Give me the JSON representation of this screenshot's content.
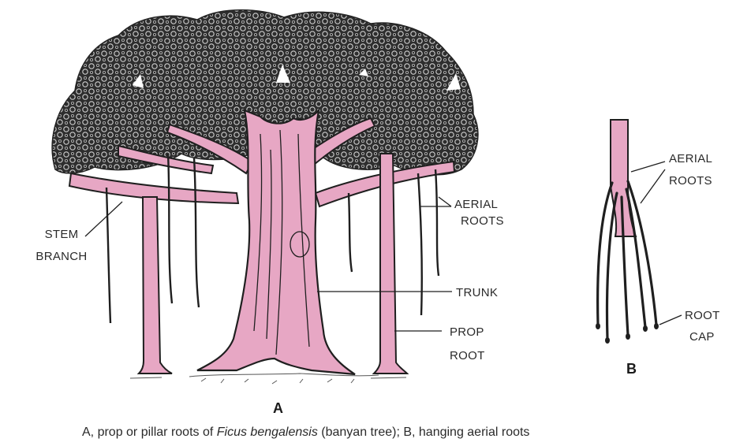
{
  "figure": {
    "panel_a": {
      "letter": "A",
      "labels": {
        "stem_branch": [
          "STEM",
          "BRANCH"
        ],
        "aerial_roots": [
          "AERIAL",
          "ROOTS"
        ],
        "trunk": "TRUNK",
        "prop_root": [
          "PROP",
          "ROOT"
        ]
      }
    },
    "panel_b": {
      "letter": "B",
      "labels": {
        "aerial_roots": [
          "AERIAL",
          "ROOTS"
        ],
        "root_cap": [
          "ROOT",
          "CAP"
        ]
      }
    },
    "caption": {
      "part1": "A, prop or pillar roots of ",
      "species": "Ficus bengalensis",
      "part2": " (banyan tree); B, hanging aerial roots"
    },
    "colors": {
      "trunk_fill": "#e7a7c4",
      "canopy": "#2b2b2b",
      "outline": "#1f1f1f"
    }
  }
}
